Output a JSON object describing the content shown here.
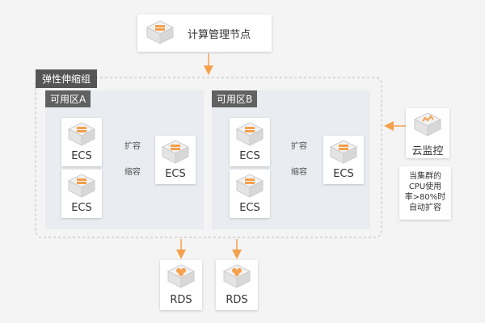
{
  "control_node": {
    "label": "计算管理节点"
  },
  "group": {
    "title": "弹性伸缩组"
  },
  "zones": [
    {
      "title": "可用区A",
      "instances": [
        "ECS",
        "ECS"
      ],
      "new_instance": "ECS",
      "scale_out": "扩容",
      "scale_in": "缩容"
    },
    {
      "title": "可用区B",
      "instances": [
        "ECS",
        "ECS"
      ],
      "new_instance": "ECS",
      "scale_out": "扩容",
      "scale_in": "缩容"
    }
  ],
  "monitor": {
    "label": "云监控",
    "note_lines": [
      "当集群的",
      "CPU使用",
      "率>80%时",
      "自动扩容"
    ]
  },
  "databases": [
    "RDS",
    "RDS"
  ],
  "colors": {
    "accent": "#f5a04d",
    "zone_bg": "#e9edf1",
    "title_bg": "#555555"
  },
  "icons": [
    "server-icon",
    "database-icon",
    "monitor-icon"
  ]
}
